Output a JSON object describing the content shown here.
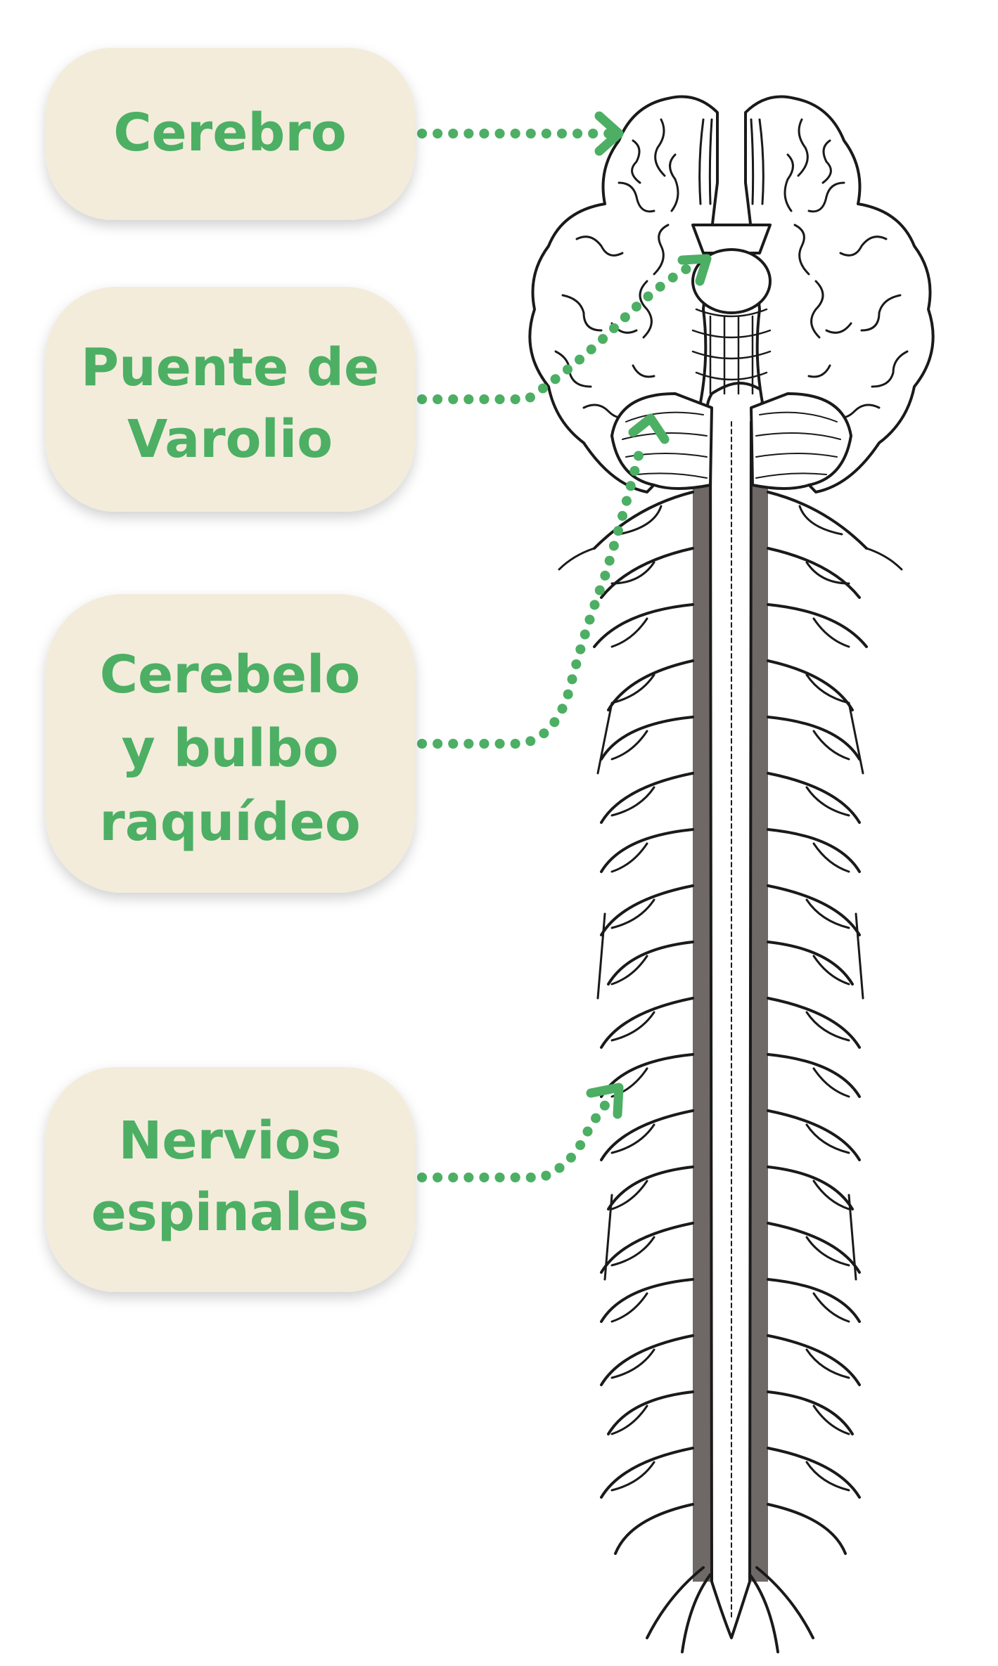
{
  "colors": {
    "label_text": "#4caf64",
    "box_fill": "#f3ecdb",
    "connector": "#4caf64",
    "outline": "#1a1a1a",
    "cord_shade": "#6e6866",
    "background": "#ffffff"
  },
  "labels": [
    {
      "id": "cerebro",
      "lines": [
        "Cerebro"
      ]
    },
    {
      "id": "puente",
      "lines": [
        "Puente de",
        "Varolio"
      ]
    },
    {
      "id": "cerebelo",
      "lines": [
        "Cerebelo",
        "y bulbo",
        "raquídeo"
      ]
    },
    {
      "id": "nervios",
      "lines": [
        "Nervios",
        "espinales"
      ]
    }
  ]
}
